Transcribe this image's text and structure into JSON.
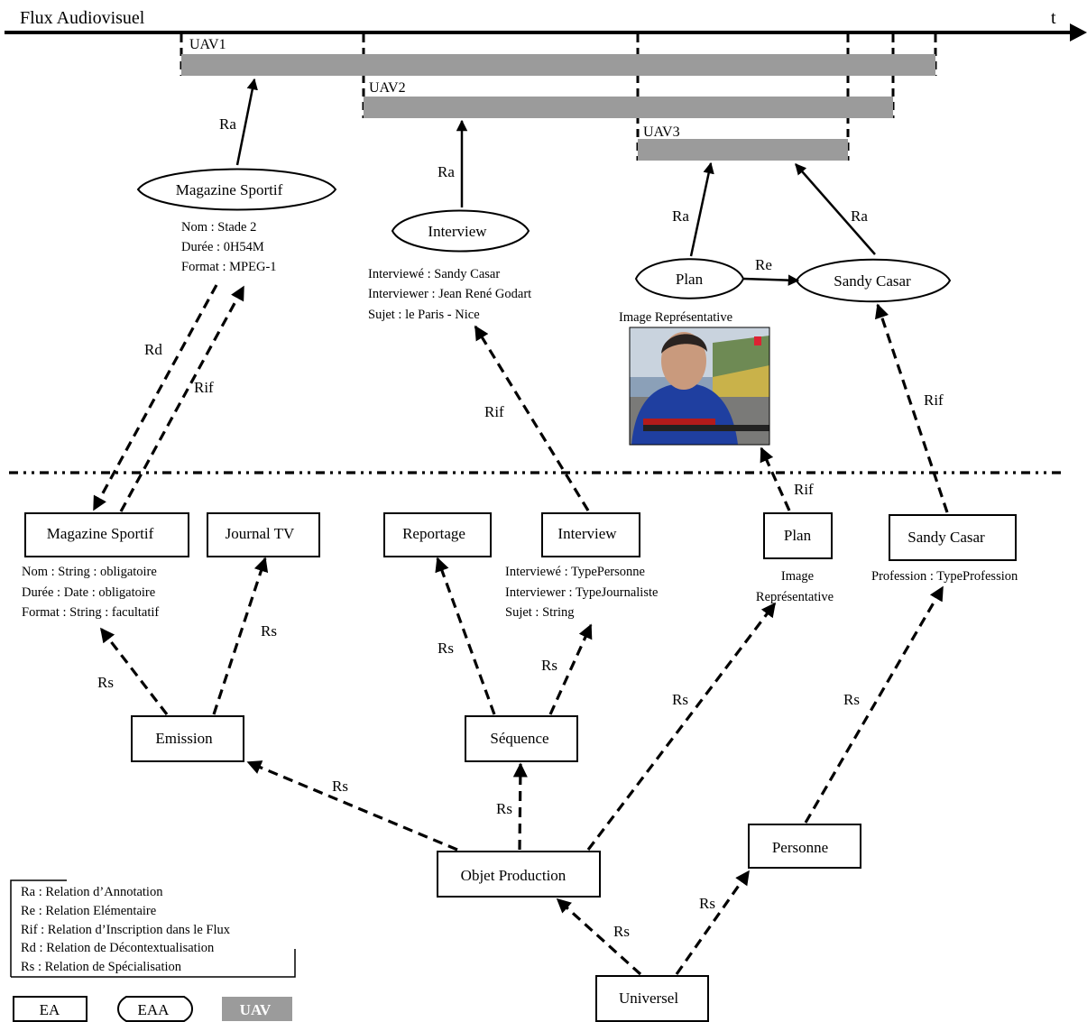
{
  "title": "Flux Audiovisuel",
  "time_label": "t",
  "uav_bars": [
    {
      "label": "UAV1"
    },
    {
      "label": "UAV2"
    },
    {
      "label": "UAV3"
    }
  ],
  "annotation_nodes": {
    "magazine": {
      "label": "Magazine Sportif",
      "attrs": [
        "Nom : Stade 2",
        "Durée : 0H54M",
        "Format : MPEG-1"
      ]
    },
    "interview": {
      "label": "Interview",
      "attrs": [
        "Interviewé : Sandy Casar",
        "Interviewer : Jean René Godart",
        "Sujet : le Paris - Nice"
      ]
    },
    "plan": {
      "label": "Plan"
    },
    "sandy": {
      "label": "Sandy Casar"
    },
    "image_caption": "Image Représentative"
  },
  "schema_nodes": {
    "magazine": {
      "label": "Magazine Sportif",
      "attrs": [
        "Nom : String : obligatoire",
        "Durée : Date : obligatoire",
        "Format : String : facultatif"
      ]
    },
    "journal": {
      "label": "Journal TV"
    },
    "reportage": {
      "label": "Reportage"
    },
    "interview": {
      "label": "Interview",
      "attrs": [
        "Interviewé : TypePersonne",
        "Interviewer : TypeJournaliste",
        "Sujet : String"
      ]
    },
    "plan": {
      "label": "Plan",
      "attrs": [
        "Image",
        "Représentative"
      ]
    },
    "sandy": {
      "label": "Sandy Casar",
      "attrs": [
        "Profession : TypeProfession"
      ]
    },
    "emission": {
      "label": "Emission"
    },
    "sequence": {
      "label": "Séquence"
    },
    "objet": {
      "label": "Objet Production"
    },
    "personne": {
      "label": "Personne"
    },
    "universel": {
      "label": "Universel"
    }
  },
  "relation_labels": {
    "ra": "Ra",
    "re": "Re",
    "rif": "Rif",
    "rd": "Rd",
    "rs": "Rs"
  },
  "legend": {
    "items": [
      "Ra : Relation d’Annotation",
      "Re : Relation Elémentaire",
      "Rif : Relation d’Inscription dans le Flux",
      "Rd : Relation de Décontextualisation",
      "Rs : Relation de Spécialisation"
    ],
    "shapes": {
      "ea": "EA",
      "eaa": "EAA",
      "uav": "UAV"
    }
  },
  "colors": {
    "uav_bar": "#9b9b9b",
    "line": "#000000",
    "background": "#ffffff"
  }
}
